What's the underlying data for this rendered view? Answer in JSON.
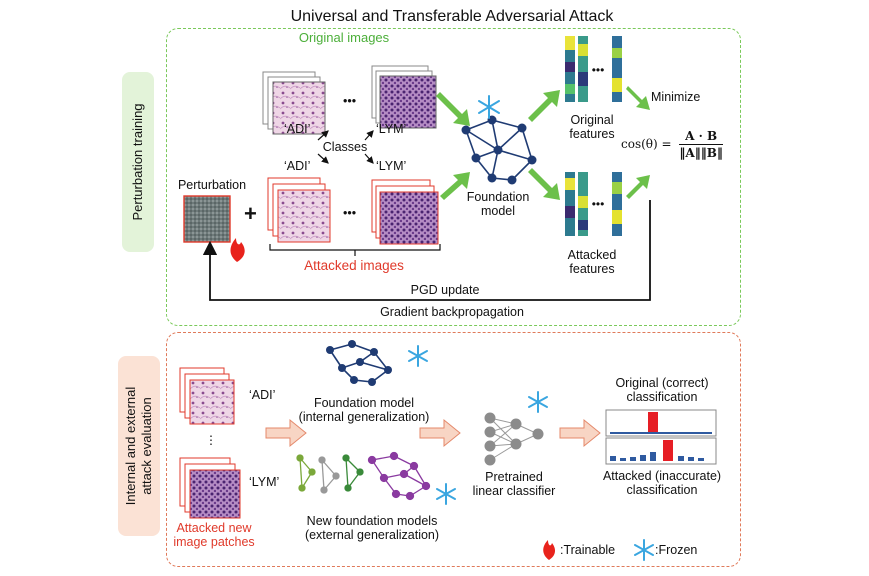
{
  "title": "Universal and Transferable Adversarial Attack",
  "top_panel": {
    "side_label": "Perturbation training",
    "original_images_label": "Original images",
    "attacked_images_label": "Attacked images",
    "class_adi_top": "‘ADI’",
    "class_lym_top": "‘LYM’",
    "classes_label": "Classes",
    "class_adi_bottom": "‘ADI’",
    "class_lym_bottom": "‘LYM’",
    "perturbation_label": "Perturbation",
    "plus": "+",
    "dots": "•••",
    "foundation_model_line1": "Foundation",
    "foundation_model_line2": "model",
    "original_features_line1": "Original",
    "original_features_line2": "features",
    "attacked_features_line1": "Attacked",
    "attacked_features_line2": "features",
    "minimize_label": "Minimize",
    "formula_lhs": "cos(θ) =",
    "formula_num": "A · B",
    "formula_den": "‖A‖‖B‖",
    "pgd_update": "PGD update",
    "gradient_backprop": "Gradient backpropagation"
  },
  "bottom_panel": {
    "side_label_line1": "Internal and external",
    "side_label_line2": "attack evaluation",
    "adi_label": "‘ADI’",
    "lym_label": "‘LYM’",
    "attacked_patches_line1": "Attacked new",
    "attacked_patches_line2": "image patches",
    "fm_internal_line1": "Foundation model",
    "fm_internal_line2": "(internal generalization)",
    "fm_external_line1": "New foundation models",
    "fm_external_line2": "(external generalization)",
    "classifier_line1": "Pretrained",
    "classifier_line2": "linear classifier",
    "orig_class_line1": "Original (correct)",
    "orig_class_line2": "classification",
    "att_class_line1": "Attacked (inaccurate)",
    "att_class_line2": "classification",
    "legend_trainable": ":Trainable",
    "legend_frozen": ":Frozen"
  },
  "colors": {
    "green": "#4caf3a",
    "red": "#e03a2b",
    "node_blue": "#1f3b73",
    "bar_blue": "#2f5aa0",
    "arrow_green": "#6cc04a",
    "arrow_salmon": "#f0a58a",
    "snow": "#3aa6e0"
  }
}
